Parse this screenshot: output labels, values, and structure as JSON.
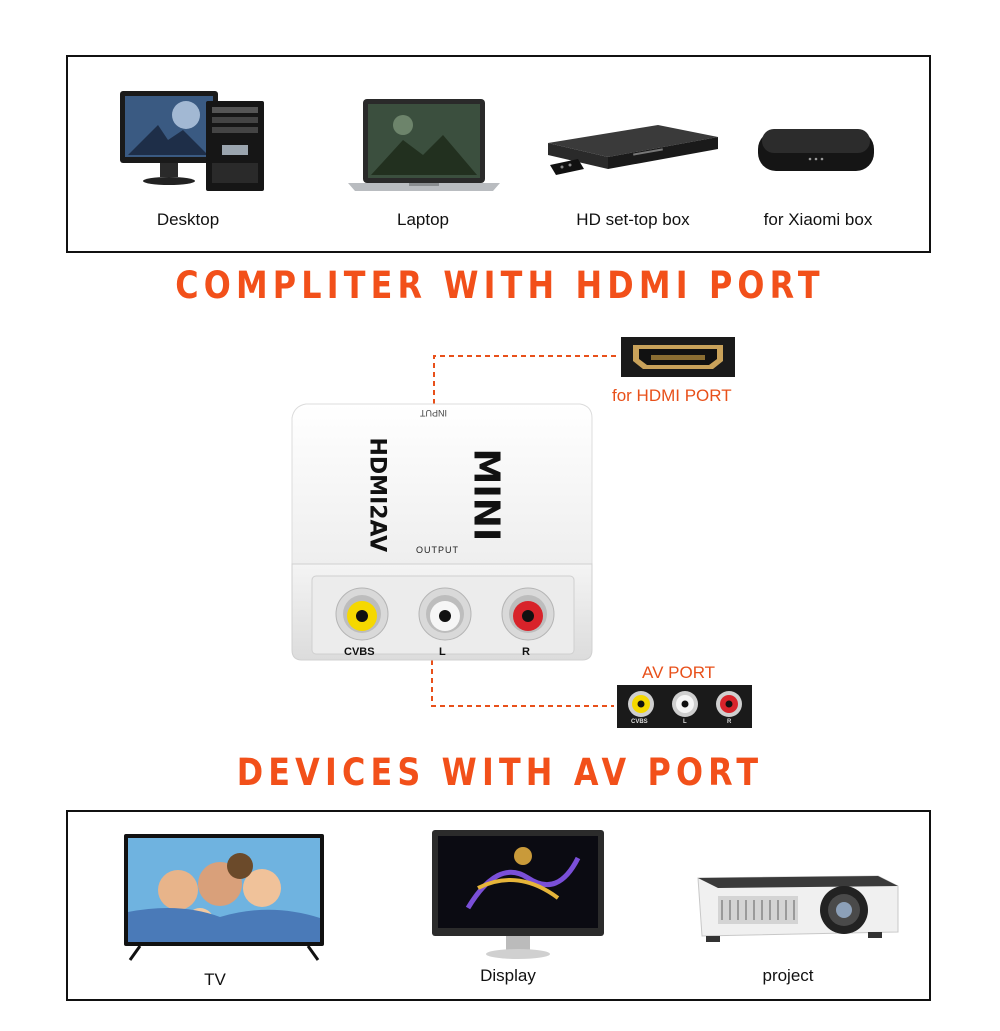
{
  "source_devices": {
    "items": [
      {
        "label": "Desktop"
      },
      {
        "label": "Laptop"
      },
      {
        "label": "HD set-top box"
      },
      {
        "label": "for Xiaomi box"
      }
    ]
  },
  "headings": {
    "top": "COMPLITER WITH HDMI PORT",
    "bottom": "DEVICES WITH AV PORT"
  },
  "converter": {
    "brand": "MINI",
    "model": "HDMI2AV",
    "input_label": "INPUT",
    "output_label": "OUTPUT",
    "ports": [
      "CVBS",
      "L",
      "R"
    ],
    "hdmi_callout": "for HDMI PORT",
    "av_callout": "AV PORT",
    "av_port_labels": [
      "CVBS",
      "L",
      "R"
    ]
  },
  "target_devices": {
    "items": [
      {
        "label": "TV"
      },
      {
        "label": "Display"
      },
      {
        "label": "project"
      }
    ]
  },
  "colors": {
    "accent": "#f2501a",
    "dashed_line": "#e8501a",
    "yellow_jack": "#f5d800",
    "red_jack": "#d8232a"
  }
}
